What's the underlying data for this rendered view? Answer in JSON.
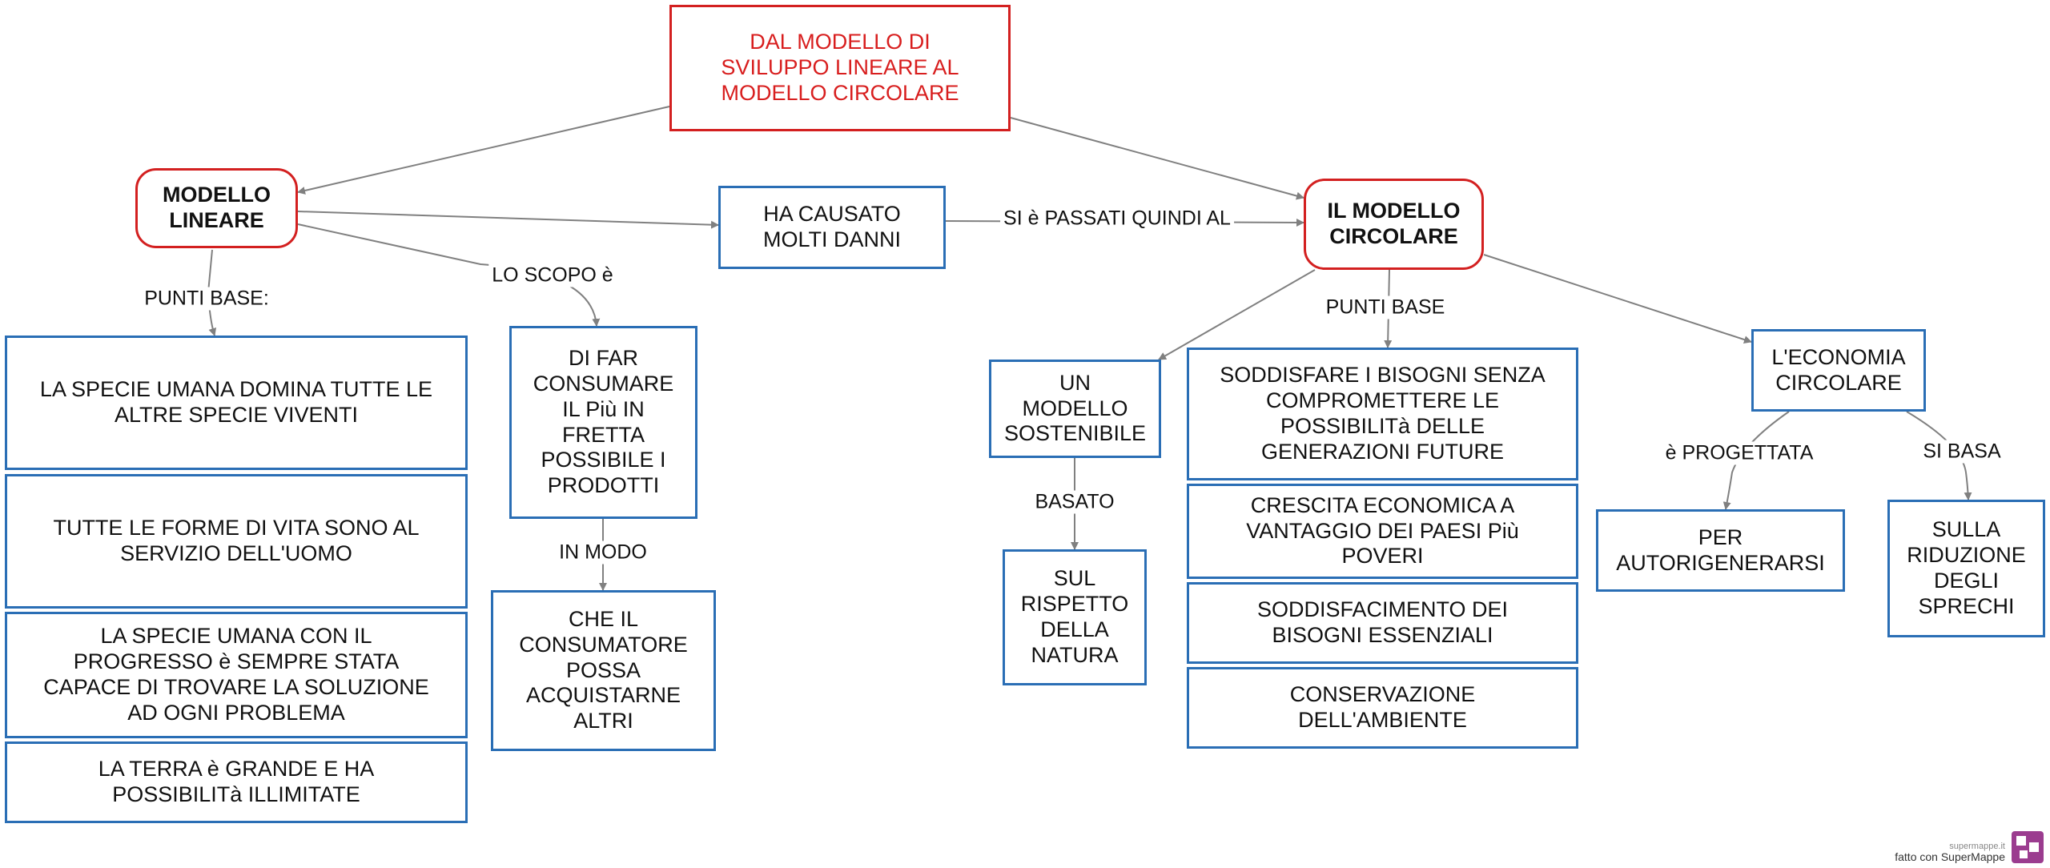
{
  "nodes": {
    "root": "DAL MODELLO DI\nSVILUPPO LINEARE AL\n MODELLO CIRCOLARE",
    "modello_lineare": "MODELLO\nLINEARE",
    "ha_causato": "HA CAUSATO\nMOLTI DANNI",
    "modello_circolare": "IL  MODELLO\nCIRCOLARE",
    "lin_1": "LA SPECIE UMANA DOMINA TUTTE LE\nALTRE SPECIE VIVENTI",
    "lin_2": "TUTTE LE FORME DI VITA SONO AL\nSERVIZIO DELL'UOMO",
    "lin_3": "LA SPECIE UMANA CON IL\nPROGRESSO è SEMPRE STATA\nCAPACE DI TROVARE LA SOLUZIONE\nAD OGNI PROBLEMA",
    "lin_4": "LA TERRA è GRANDE E HA\nPOSSIBILITà ILLIMITATE",
    "scopo": "DI FAR\nCONSUMARE\nIL Più IN\nFRETTA\nPOSSIBILE I\nPRODOTTI",
    "consumatore": "CHE IL\nCONSUMATORE\nPOSSA\nACQUISTARNE\nALTRI",
    "sostenibile": "UN\nMODELLO\nSOSTENIBILE",
    "rispetto": "SUL\nRISPETTO\nDELLA\nNATURA",
    "circ_1": "SODDISFARE I BISOGNI SENZA\nCOMPROMETTERE LE\nPOSSIBILITà DELLE\nGENERAZIONI FUTURE",
    "circ_2": "CRESCITA ECONOMICA A\nVANTAGGIO DEI PAESI Più\nPOVERI",
    "circ_3": "SODDISFACIMENTO DEI\nBISOGNI ESSENZIALI",
    "circ_4": "CONSERVAZIONE\n DELL'AMBIENTE",
    "economia": "L'ECONOMIA\nCIRCOLARE",
    "autorigenerarsi": "PER\nAUTORIGENERARSI",
    "sprechi": "SULLA\nRIDUZIONE\nDEGLI\nSPRECHI"
  },
  "labels": {
    "punti_base_lineare": "PUNTI BASE:",
    "scopo": "LO SCOPO è",
    "in_modo": "IN MODO",
    "passati": "SI è PASSATI QUINDI AL",
    "punti_base_circolare": "PUNTI BASE",
    "basato": "BASATO",
    "progettata": "è PROGETTATA",
    "si_basa": "SI BASA"
  },
  "brand": {
    "small": "supermappe.it",
    "main": "fatto con SuperMappe"
  },
  "colors": {
    "blue_border": "#2a6eb5",
    "red_border": "#d32020",
    "root_text": "#d81e1e",
    "connector": "#808080",
    "logo": "#9b3c8f"
  }
}
